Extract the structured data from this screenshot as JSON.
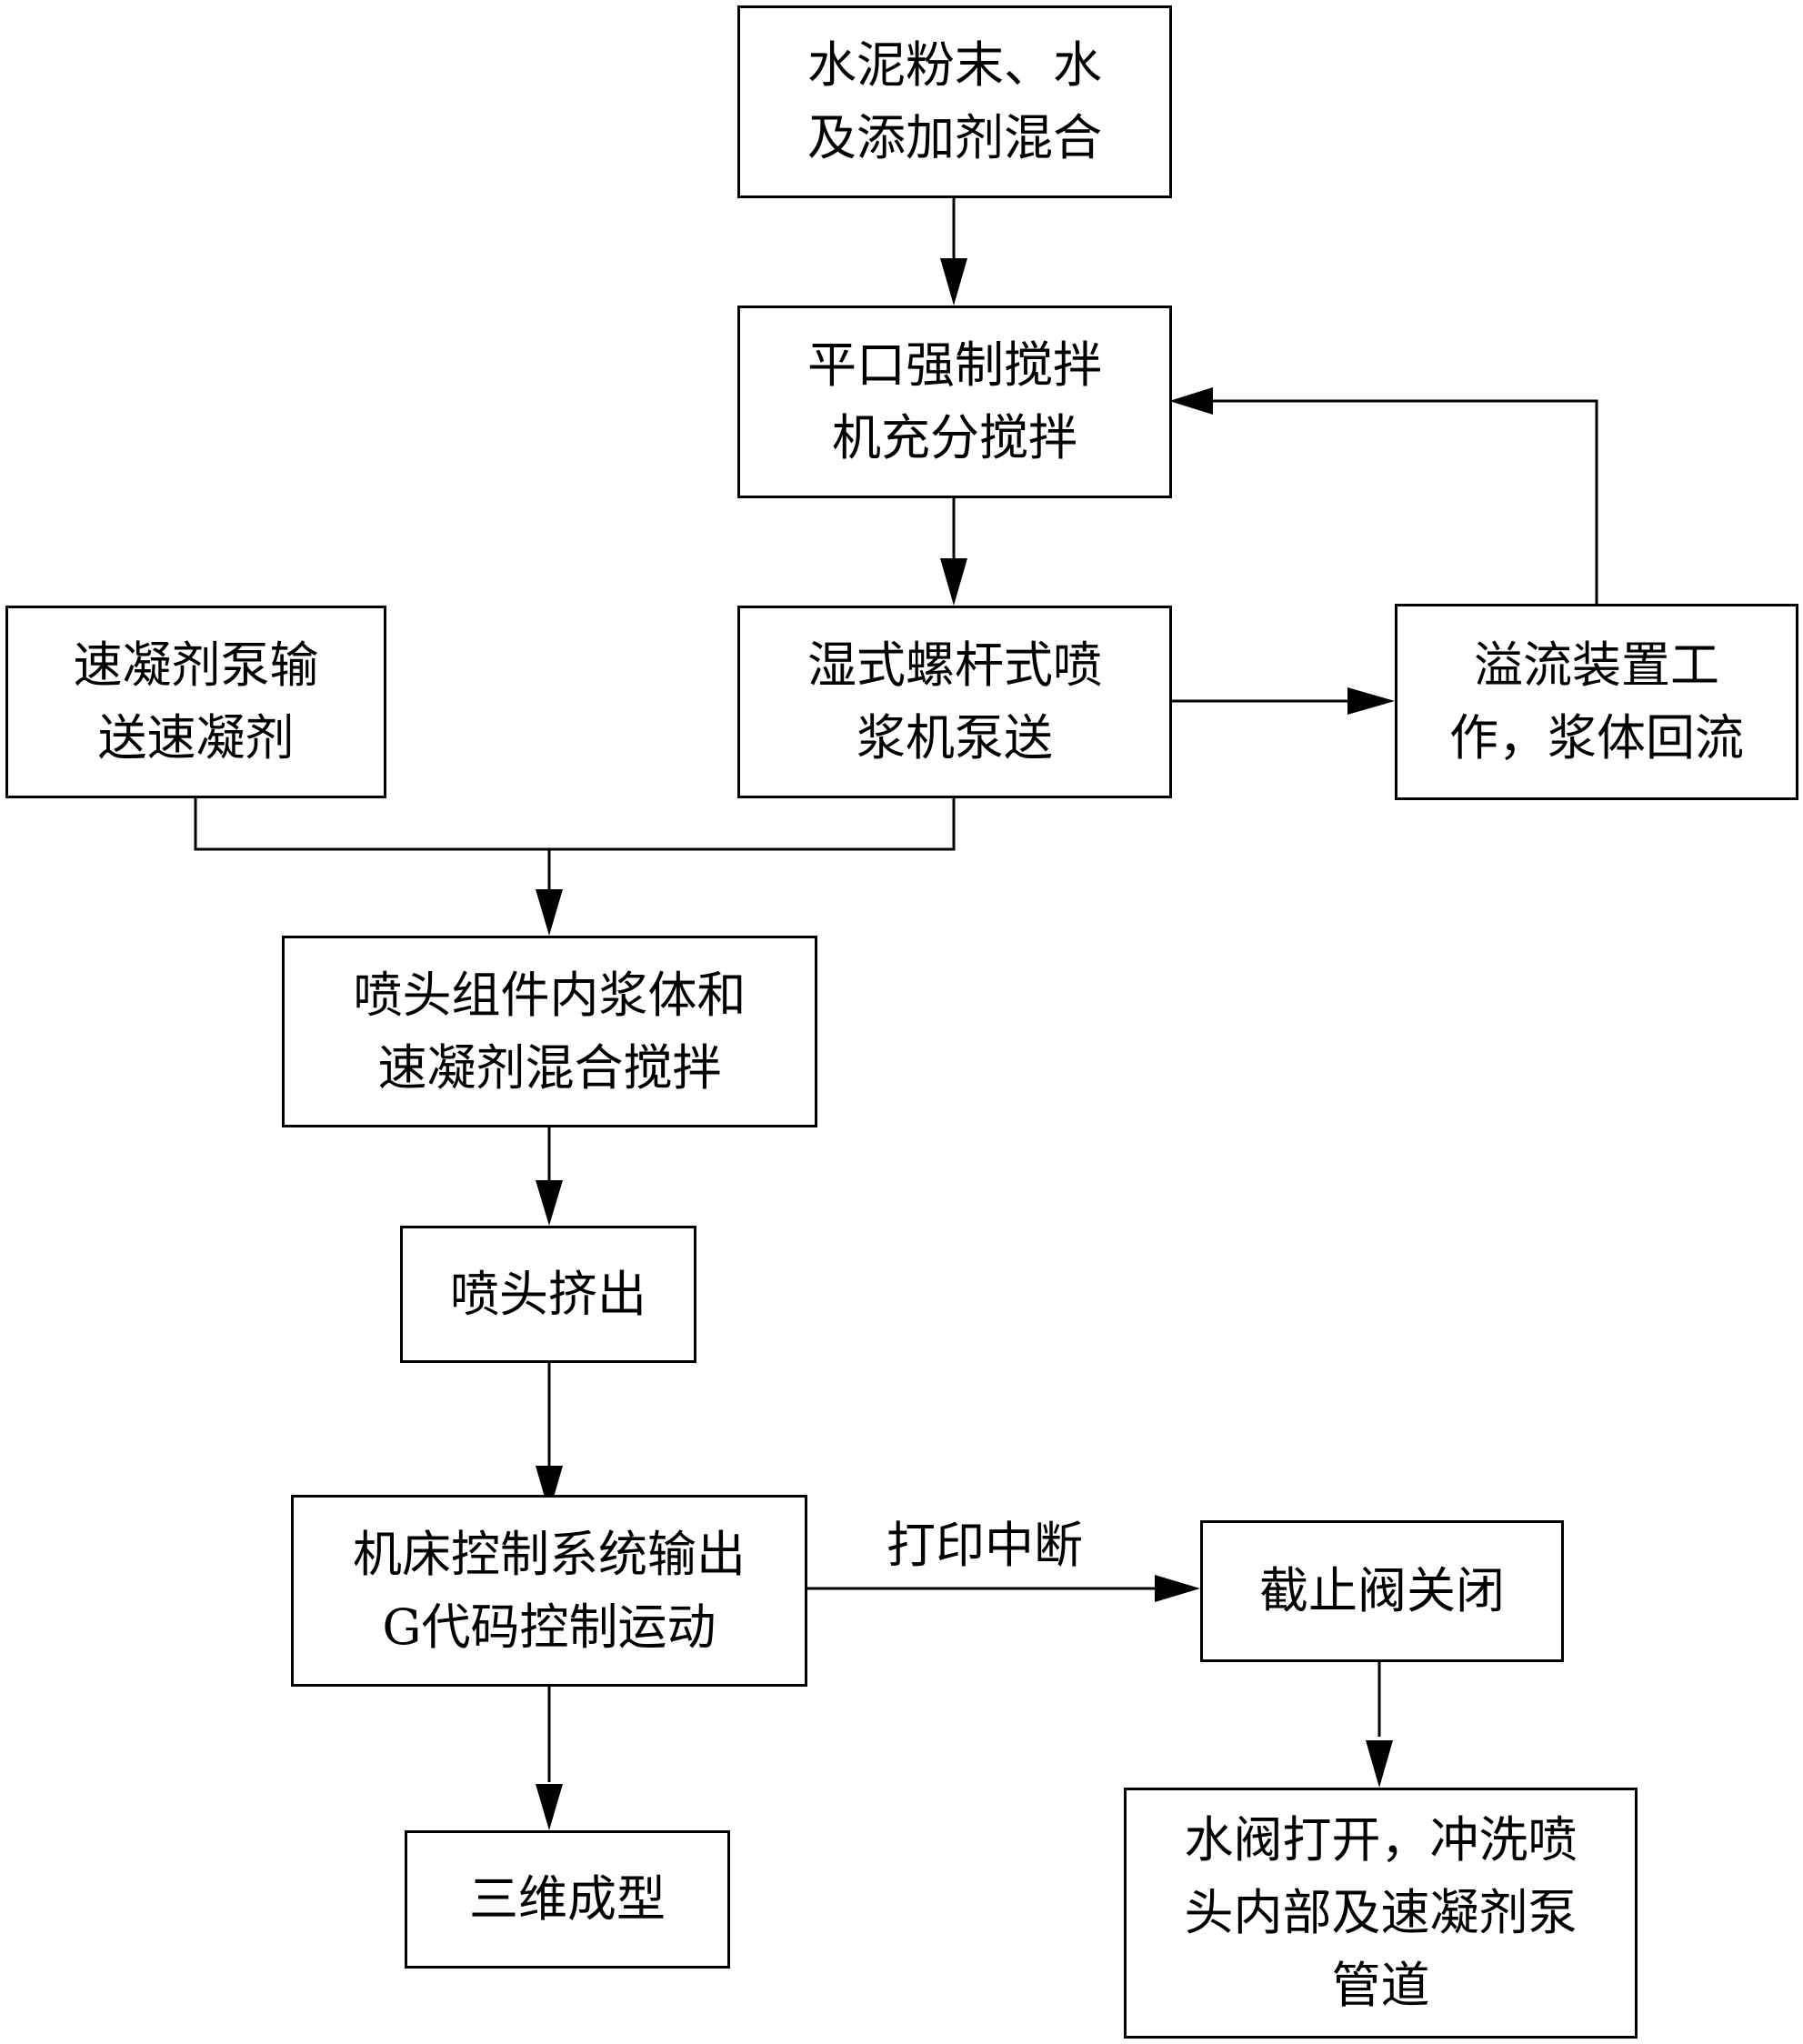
{
  "nodes": {
    "mix": {
      "lines": [
        "水泥粉末、水",
        "及添加剂混合"
      ]
    },
    "stir": {
      "lines": [
        "平口强制搅拌",
        "机充分搅拌"
      ]
    },
    "pump_accel": {
      "lines": [
        "速凝剂泵输",
        "送速凝剂"
      ]
    },
    "screw_pump": {
      "lines": [
        "湿式螺杆式喷",
        "浆机泵送"
      ]
    },
    "overflow": {
      "lines": [
        "溢流装置工",
        "作，浆体回流"
      ]
    },
    "nozzle_mix": {
      "lines": [
        "喷头组件内浆体和",
        "速凝剂混合搅拌"
      ]
    },
    "extrude": {
      "lines": [
        "喷头挤出"
      ]
    },
    "gcode": {
      "lines": [
        "机床控制系统输出",
        "G代码控制运动"
      ]
    },
    "valve_close": {
      "lines": [
        "截止阀关闭"
      ]
    },
    "forming": {
      "lines": [
        "三维成型"
      ]
    },
    "flush": {
      "lines": [
        "水阀打开，冲洗喷",
        "头内部及速凝剂泵",
        "管道"
      ]
    }
  },
  "edge_labels": {
    "interrupt": "打印中断"
  }
}
